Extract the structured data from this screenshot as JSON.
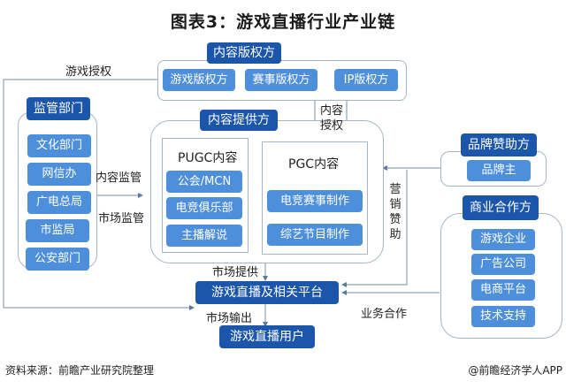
{
  "title": "图表3：游戏直播行业产业链",
  "content_rights": {
    "header": "内容版权方",
    "items": [
      "游戏版权方",
      "赛事版权方",
      "IP版权方"
    ]
  },
  "regulators": {
    "header": "监管部门",
    "items": [
      "文化部门",
      "网信办",
      "广电总局",
      "市监局",
      "公安部门"
    ]
  },
  "content_providers": {
    "header": "内容提供方",
    "pugc": {
      "title": "PUGC内容",
      "items": [
        "公会/MCN",
        "电竞俱乐部",
        "主播解说"
      ]
    },
    "pgc": {
      "title": "PGC内容",
      "items": [
        "电竞赛事制作",
        "综艺节目制作"
      ]
    }
  },
  "brand_sponsors": {
    "header": "品牌赞助方",
    "items": [
      "品牌主"
    ]
  },
  "business_partners": {
    "header": "商业合作方",
    "items": [
      "游戏企业",
      "广告公司",
      "电商平台",
      "技术支持"
    ]
  },
  "platform": "游戏直播及相关平台",
  "users": "游戏直播用户",
  "edge_labels": {
    "game_license": "游戏授权",
    "content_supervision": "内容监管",
    "market_supervision": "市场监管",
    "content_license_line1": "内容",
    "content_license_line2": "授权",
    "marketing_sponsorship": [
      "营",
      "销",
      "赞",
      "助"
    ],
    "market_supply": "市场提供",
    "market_output": "市场输出",
    "business_cooperation": "业务合作"
  },
  "footer": {
    "source": "资料来源：前瞻产业研究院整理",
    "credit": "@前瞻经济学人APP"
  }
}
